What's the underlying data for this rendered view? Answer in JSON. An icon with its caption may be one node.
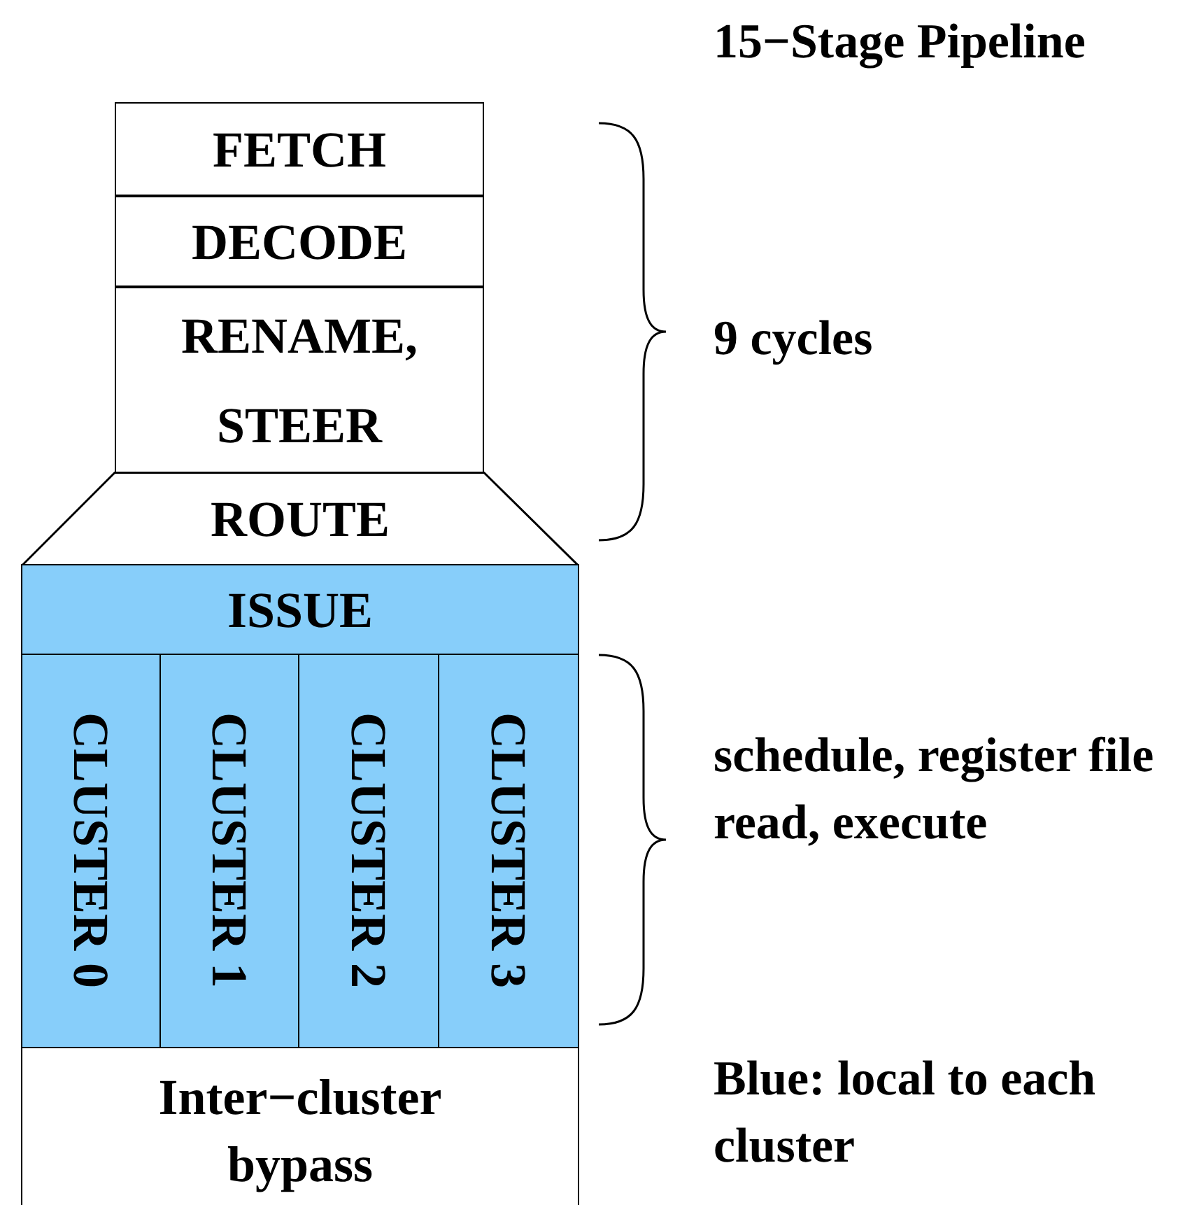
{
  "diagram": {
    "title": "15−Stage Pipeline",
    "nodes": [
      {
        "text": [
          "FETCH"
        ]
      },
      {
        "text": [
          "DECODE"
        ]
      },
      {
        "text": [
          "RENAME, STEER"
        ]
      },
      {
        "text": [
          "ROUTE"
        ]
      },
      {
        "text": [
          "ISSUE"
        ]
      },
      {
        "text": [
          "CLUSTER 0"
        ]
      },
      {
        "text": [
          "CLUSTER 1"
        ]
      },
      {
        "text": [
          "CLUSTER 2"
        ]
      },
      {
        "text": [
          "CLUSTER 3"
        ]
      },
      {
        "text": [
          "Inter−cluster bypass"
        ]
      }
    ],
    "labels": [
      "9 cycles",
      "schedule, register file read, execute",
      "Blue: local to each cluster"
    ]
  }
}
